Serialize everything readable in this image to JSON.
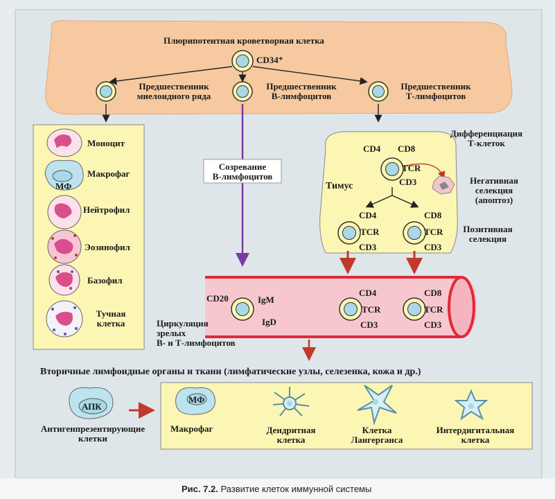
{
  "stem": {
    "title": "Плюрипотентная кроветворная клетка",
    "marker": "CD34⁺"
  },
  "precursors": {
    "myeloid": "Предшественник\nмиелоидного ряда",
    "b": "Предшественник\nВ-лимфоцитов",
    "t": "Предшественник\nТ-лимфоцитов"
  },
  "myeloid_cells": [
    "Моноцит",
    "Макрофаг",
    "Нейтрофил",
    "Эозинофил",
    "Базофил",
    "Тучная\nклетка"
  ],
  "macrophage_abbr": "МФ",
  "b_maturation": "Созревание\nВ-лимфоцитов",
  "thymus": {
    "title": "Тимус",
    "differentiation": "Дифференциация\nТ-клеток",
    "negative": "Негативная\nселекция\n(апоптоз)",
    "positive": "Позитивная\nселекция",
    "cd4": "CD4",
    "cd8": "CD8",
    "tcr": "TCR",
    "cd3": "CD3"
  },
  "circulation": {
    "label": "Циркуляция\nзрелых\nВ- и Т-лимфоцитов",
    "cd20": "CD20",
    "igm": "IgM",
    "igd": "IgD"
  },
  "secondary": {
    "title": "Вторичные лимфоидные органы и ткани (лимфатические узлы, селезенка, кожа и др.)",
    "apc": "АПК",
    "apc_label": "Антигенпрезентирующие\nклетки",
    "macrophage": "Макрофаг",
    "dendritic": "Дендритная\nклетка",
    "langerhans": "Клетка\nЛангерганса",
    "interdigital": "Интердигитальная\nклетка"
  },
  "caption": {
    "number": "Рис. 7.2.",
    "text": "Развитие клеток иммунной системы"
  },
  "colors": {
    "orange_band": "#f6c9a0",
    "yellow_panel": "#fbf6b4",
    "vessel": "#f7c7cf",
    "vessel_edge": "#e0283a",
    "arrow_red": "#c0392b",
    "arrow_purple": "#7b3aa0",
    "cell_fill": "#a9d8e6"
  }
}
